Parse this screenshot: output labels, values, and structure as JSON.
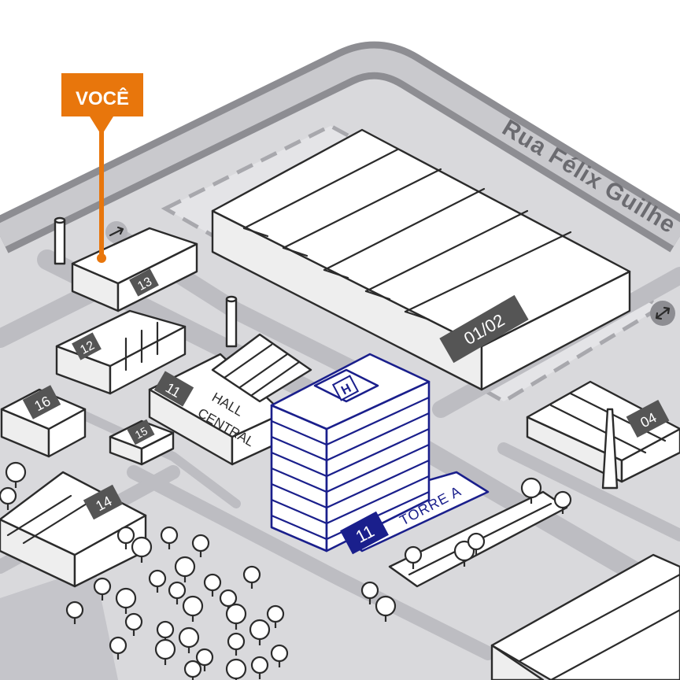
{
  "colors": {
    "background": "#ffffff",
    "ground": "#d9d9dc",
    "road_outer": "#8d8d92",
    "road_inner": "#c9c9cd",
    "path": "#bdbdc2",
    "building_stroke": "#2b2b2b",
    "badge": "#555555",
    "tower_accent": "#1a1f8c",
    "marker": "#e8760c"
  },
  "marker": {
    "label": "VOCÊ"
  },
  "street": {
    "name": "Rua Félix Guilhe"
  },
  "buildings": {
    "b01_02": {
      "number": "01/02"
    },
    "b04": {
      "number": "04"
    },
    "b11_hall": {
      "number": "11",
      "name_line1": "HALL",
      "name_line2": "CENTRAL"
    },
    "b11_torre": {
      "number": "11",
      "name": "TORRE A"
    },
    "b12": {
      "number": "12"
    },
    "b13": {
      "number": "13"
    },
    "b14": {
      "number": "14"
    },
    "b15": {
      "number": "15"
    },
    "b16": {
      "number": "16"
    }
  },
  "icons": {
    "helipad": "H",
    "direction": "double-arrow-icon"
  }
}
